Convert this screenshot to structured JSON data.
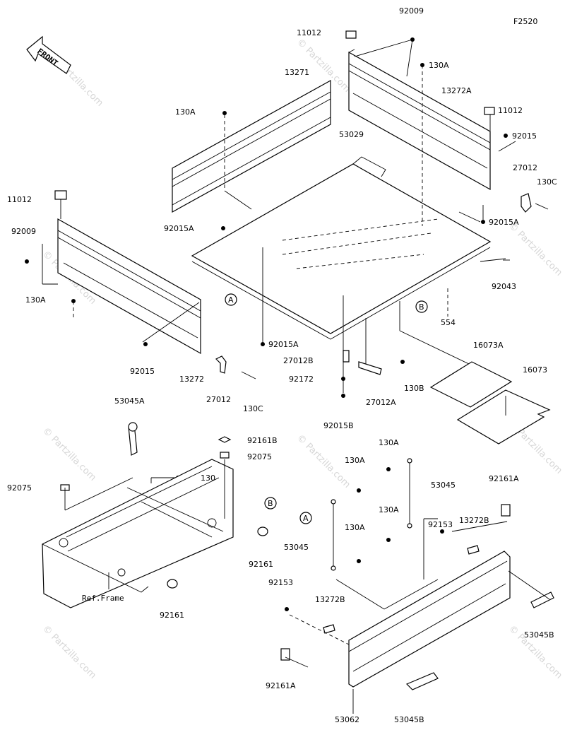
{
  "figure_code": "F2520",
  "front_label": "FRONT",
  "watermark": "© Partzilla.com",
  "ref_frame": "Ref.Frame",
  "callouts": {
    "a": "A",
    "b": "B"
  },
  "labels": {
    "p92009_top": "92009",
    "p11012_top": "11012",
    "p130a_top": "130A",
    "p13271": "13271",
    "p13272a": "13272A",
    "p11012_right": "11012",
    "p130a_left": "130A",
    "p92015_right": "92015",
    "p53029": "53029",
    "p27012_right": "27012",
    "p130c_right": "130C",
    "p11012_left": "11012",
    "p92015a_mid": "92015A",
    "p92015a_right": "92015A",
    "p92009_left": "92009",
    "p92043": "92043",
    "p130a_side": "130A",
    "p554": "554",
    "p92015a_bottom": "92015A",
    "p92015_left": "92015",
    "p13272": "13272",
    "p27012b": "27012B",
    "p92172": "92172",
    "p27012_left": "27012",
    "p130c_left": "130C",
    "p16073a": "16073A",
    "p16073": "16073",
    "p130b": "130B",
    "p27012a": "27012A",
    "p92015b": "92015B",
    "p53045a": "53045A",
    "p92161b": "92161B",
    "p92075_top": "92075",
    "p130": "130",
    "p92075_left": "92075",
    "p92161_right": "92161",
    "p92161_bottom": "92161",
    "p130a_g1": "130A",
    "p130a_g2": "130A",
    "p53045": "53045",
    "p130a_g3": "130A",
    "p92161a_right": "92161A",
    "p92153_right": "92153",
    "p13272b_right": "13272B",
    "p130a_g4": "130A",
    "p53045_left": "53045",
    "p92153_left": "92153",
    "p13272b_left": "13272B",
    "p53045b_right": "53045B",
    "p92161a_left": "92161A",
    "p53062": "53062",
    "p53045b_bottom": "53045B"
  }
}
